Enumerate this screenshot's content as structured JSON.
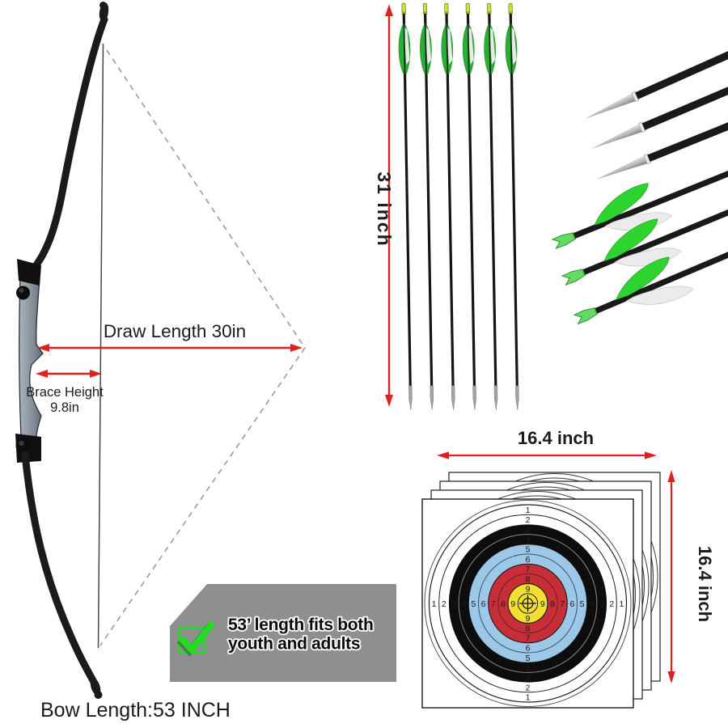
{
  "colors": {
    "background": "#ffffff",
    "dimension_red": "#de2121",
    "dashed_gray": "#9b9b9b",
    "bow_black": "#1b1b1b",
    "string_gray": "#454545",
    "banner_gray": "#8f8f8f",
    "check_green": "#1fdd1f",
    "fletch_green": "#2aaf35",
    "closeup_vane_green": "#2fd32f",
    "nock_lime": "#c6e342",
    "tip_silver": "#a3a3a3",
    "target_blue": "#9cc7e6",
    "target_red": "#c62f38",
    "target_yellow": "#f2df31"
  },
  "bow": {
    "draw_length_label": "Draw Length 30in",
    "brace_height_label": "Brace Height",
    "brace_height_value": "9.8in",
    "bow_length_label": "Bow Length:53 INCH"
  },
  "arrow_set": {
    "length_label": "31 inch",
    "count": 6
  },
  "closeup": {
    "tip_count": 3,
    "fletching_count": 3
  },
  "targets": {
    "width_label": "16.4 inch",
    "height_label": "16.4 inch",
    "sheet_count": 4,
    "ring_numbers": [
      "1",
      "2",
      "3",
      "4",
      "5",
      "6",
      "7",
      "8",
      "9"
    ]
  },
  "banner": {
    "line1": "53’ length fits both",
    "line2": "youth and adults",
    "icon": "green-checkmark"
  }
}
